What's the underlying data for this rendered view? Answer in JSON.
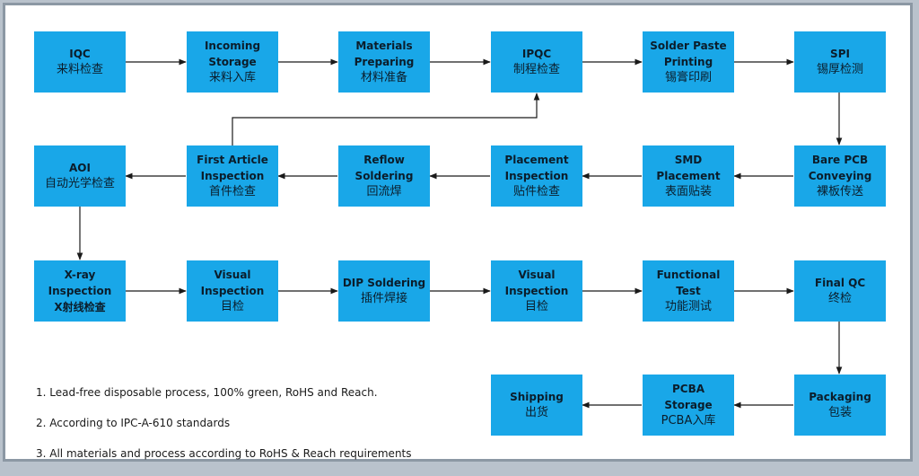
{
  "steps": [
    {
      "en": "IQC",
      "zh": "来料检查"
    },
    {
      "en": "Incoming\nStorage",
      "zh": "来料入库"
    },
    {
      "en": "Materials\nPreparing",
      "zh": "材料准备"
    },
    {
      "en": "IPQC",
      "zh": "制程检查"
    },
    {
      "en": "Solder Paste\nPrinting",
      "zh": "锡膏印刷"
    },
    {
      "en": "SPI",
      "zh": "锡厚检测"
    },
    {
      "en": "AOI",
      "zh": "自动光学检查"
    },
    {
      "en": "First Article\nInspection",
      "zh": "首件检查"
    },
    {
      "en": "Reflow\nSoldering",
      "zh": "回流焊"
    },
    {
      "en": "Placement\nInspection",
      "zh": "贴件检查"
    },
    {
      "en": "SMD\nPlacement",
      "zh": "表面贴装"
    },
    {
      "en": "Bare PCB\nConveying",
      "zh": "裸板传送"
    },
    {
      "en": "X-ray\nInspection\nX射线检查",
      "zh": ""
    },
    {
      "en": "Visual\nInspection",
      "zh": "目检"
    },
    {
      "en": "DIP Soldering",
      "zh": "插件焊接"
    },
    {
      "en": "Visual\nInspection",
      "zh": "目检"
    },
    {
      "en": "Functional Test",
      "zh": "功能测试"
    },
    {
      "en": "Final QC",
      "zh": "终检"
    },
    {
      "en": "Shipping",
      "zh": "出货"
    },
    {
      "en": "PCBA\nStorage",
      "zh": "PCBA入库"
    },
    {
      "en": "Packaging",
      "zh": "包装"
    }
  ],
  "notes": [
    "1. Lead-free disposable process, 100% green, RoHS and Reach.",
    "2. According to IPC-A-610 standards",
    "3. All materials and process according to RoHS & Reach requirements"
  ],
  "colors": {
    "box": "#19a7e8",
    "arrow": "#1a1a1a",
    "text": "#0b1d2b"
  }
}
